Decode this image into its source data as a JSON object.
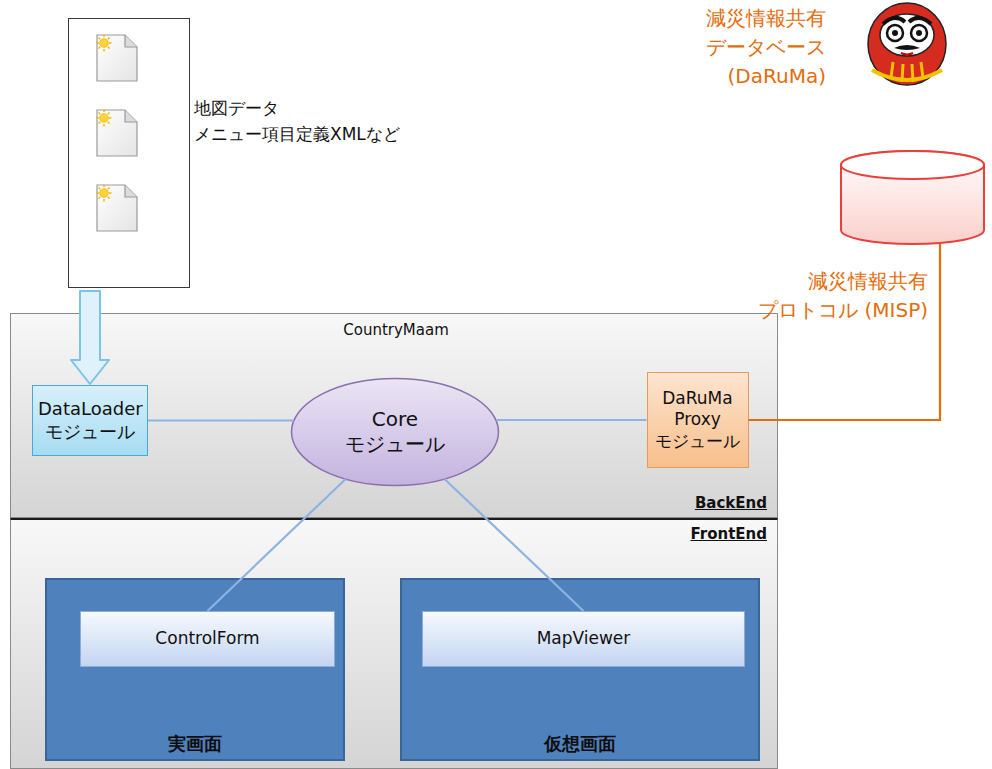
{
  "diagram": {
    "nodes": [
      {
        "text": [
          "地図データ メニュー項目定義XMLなど"
        ]
      },
      {
        "text": [
          "減災情報共有 データベース (DaRuMa)"
        ]
      },
      {
        "text": [
          "CountryMaam",
          "BackEnd"
        ]
      },
      {
        "text": [
          "DataLoader モジュール"
        ],
        "in": 2
      },
      {
        "text": [
          "Core モジュール"
        ],
        "in": 2
      },
      {
        "text": [
          "DaRuMa Proxy モジュール"
        ],
        "in": 2
      },
      {
        "text": [
          "FrontEnd"
        ]
      },
      {
        "text": [
          "実画面"
        ],
        "in": 6
      },
      {
        "text": [
          "ControlForm"
        ],
        "in": 7
      },
      {
        "text": [
          "仮想画面"
        ],
        "in": 6
      },
      {
        "text": [
          "MapViewer"
        ],
        "in": 9
      }
    ],
    "edges": [
      {
        "from": 0,
        "to": 3,
        "arrow": "to"
      },
      {
        "from": 3,
        "to": 4,
        "arrow": "none"
      },
      {
        "from": 4,
        "to": 5,
        "arrow": "none"
      },
      {
        "from": 5,
        "to": 1,
        "arrow": "none",
        "label": "減災情報共有 プロトコル (MISP)"
      },
      {
        "from": 4,
        "to": 8,
        "arrow": "none"
      },
      {
        "from": 4,
        "to": 10,
        "arrow": "none"
      }
    ]
  }
}
